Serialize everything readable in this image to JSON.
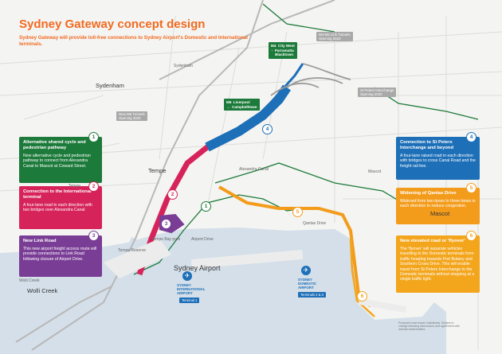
{
  "title": "Sydney Gateway concept design",
  "subtitle": "Sydney Gateway will provide toll-free connections to Sydney Airport's Domestic and International terminals.",
  "colors": {
    "cycle": "#1c7a3a",
    "international": "#d6245a",
    "linkroad": "#7a3d96",
    "stpeters": "#1d6fb8",
    "qantas": "#f39c1c",
    "flyover": "#f3a51c",
    "water": "#d4dfe9",
    "brand_orange": "#f26a21"
  },
  "cards": [
    {
      "num": "1",
      "title": "Alternative shared cycle and pedestrian pathway",
      "body": "New alternative cycle and pedestrian pathway to connect from Alexandra Canal to Mascot at Coward Street."
    },
    {
      "num": "2",
      "title": "Connection to the International terminal",
      "body": "A four-lane road in each direction with two bridges over Alexandra Canal"
    },
    {
      "num": "3",
      "title": "New Link Road",
      "body": "This new airport freight access route will provide connections to Link Road following closure of Airport Drive."
    },
    {
      "num": "4",
      "title": "Connection to St Peters Interchange and beyond",
      "body": "A four-lane raised road in each direction with bridges to cross Canal Road and the freight rail line."
    },
    {
      "num": "5",
      "title": "Widening of Qantas Drive",
      "body": "Widened from two-lanes to three-lanes in each direction to reduce congestion."
    },
    {
      "num": "6",
      "title": "New elevated road or 'flyover'",
      "body": "The 'flyover' will separate vehicles travelling to the Domestic terminals from traffic heading towards Port Botany and Southern Cross Drive. This will enable travel from St Peters Interchange to the Domestic terminals without stopping at a single traffic light."
    }
  ],
  "suburbs": {
    "sydenham": "Sydenham",
    "tempe": "Tempe",
    "mascot": "Mascot",
    "wolli_creek": "Wolli Creek",
    "airport": "Sydney Airport"
  },
  "road_badges": {
    "m4": "M4  City West\n↑  Parramatta\n    Blacktown",
    "m5": "M5  Liverpool\n→  Campbelltown"
  },
  "gray_badges": {
    "m4m5": "M4-M5 Link Tunnels\nOpening 2023",
    "newm5": "New M5 Tunnels\nOpening 2020",
    "stpeters": "St Peters Interchange\nOpening 2020"
  },
  "airports": {
    "intl": "SYDNEY\nINTERNATIONAL\nAIRPORT",
    "intl_tag": "Terminal 1",
    "dom": "SYDNEY\nDOMESTIC\nAIRPORT",
    "dom_tag": "Terminals 2 & 3"
  },
  "small_labels": {
    "tempe_station": "Tempe",
    "mascot_station": "Mascot",
    "sydenham_station": "Sydenham",
    "wolli_station": "Wolli Creek",
    "canal": "Alexandra Canal",
    "tempe_reserve": "Tempe Reserve",
    "tempe_bay": "Tempe Bay park",
    "airport_dr": "Airport Drive",
    "qantas_dr": "Qantas Drive"
  },
  "footnote": "Proposed road shown indicatively. Subject to change following discussions and agreement with relevant stakeholders.",
  "map_circles": [
    "1",
    "2",
    "3",
    "4",
    "5",
    "6"
  ]
}
